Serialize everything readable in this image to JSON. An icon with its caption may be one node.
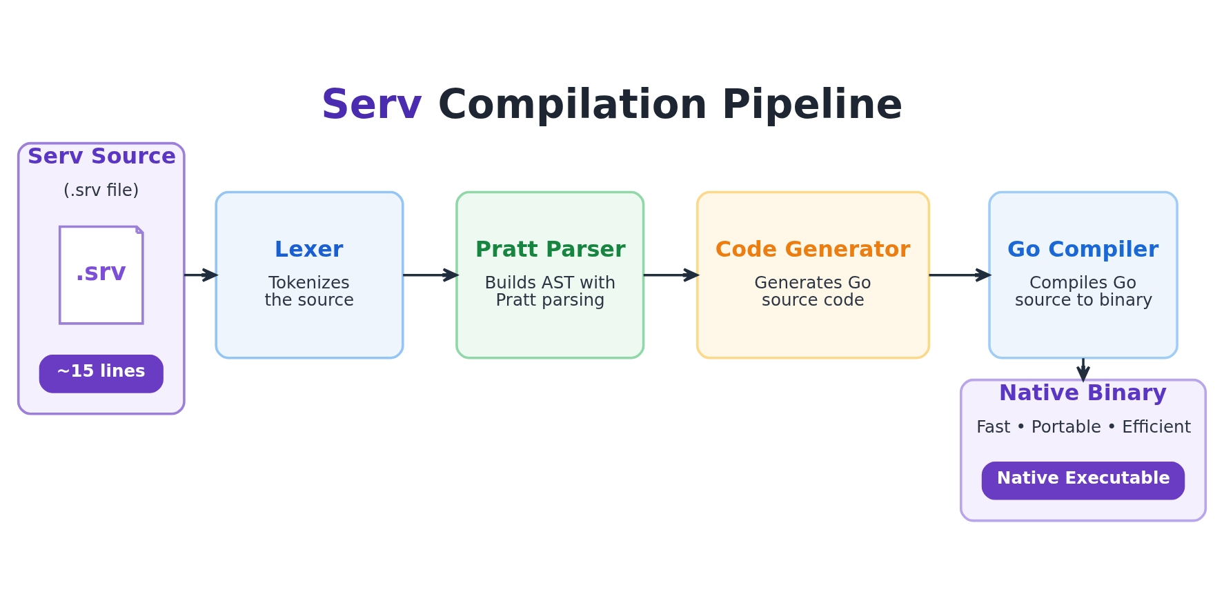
{
  "diagram": {
    "title": "Serv Compilation Pipeline",
    "nodes": [
      {
        "text": [
          "Serv Source",
          "(.srv file)"
        ]
      },
      {
        "text": [
          ".srv"
        ],
        "in": 0
      },
      {
        "text": [
          "~15 lines"
        ],
        "in": 0
      },
      {
        "text": [
          "Lexer",
          "Tokenizes the source"
        ]
      },
      {
        "text": [
          "Pratt Parser",
          "Builds AST with Pratt parsing"
        ]
      },
      {
        "text": [
          "Code Generator",
          "Generates Go source code"
        ]
      },
      {
        "text": [
          "Go Compiler",
          "Compiles Go source to binary"
        ]
      },
      {
        "text": [
          "Native Binary",
          "Fast • Portable • Efficient"
        ]
      },
      {
        "text": [
          "Native Executable"
        ],
        "in": 7
      }
    ],
    "edges": [
      {
        "from": 0,
        "to": 3,
        "arrow": "to"
      },
      {
        "from": 3,
        "to": 4,
        "arrow": "to"
      },
      {
        "from": 4,
        "to": 5,
        "arrow": "to"
      },
      {
        "from": 5,
        "to": 6,
        "arrow": "to"
      },
      {
        "from": 6,
        "to": 7,
        "arrow": "to"
      }
    ]
  }
}
